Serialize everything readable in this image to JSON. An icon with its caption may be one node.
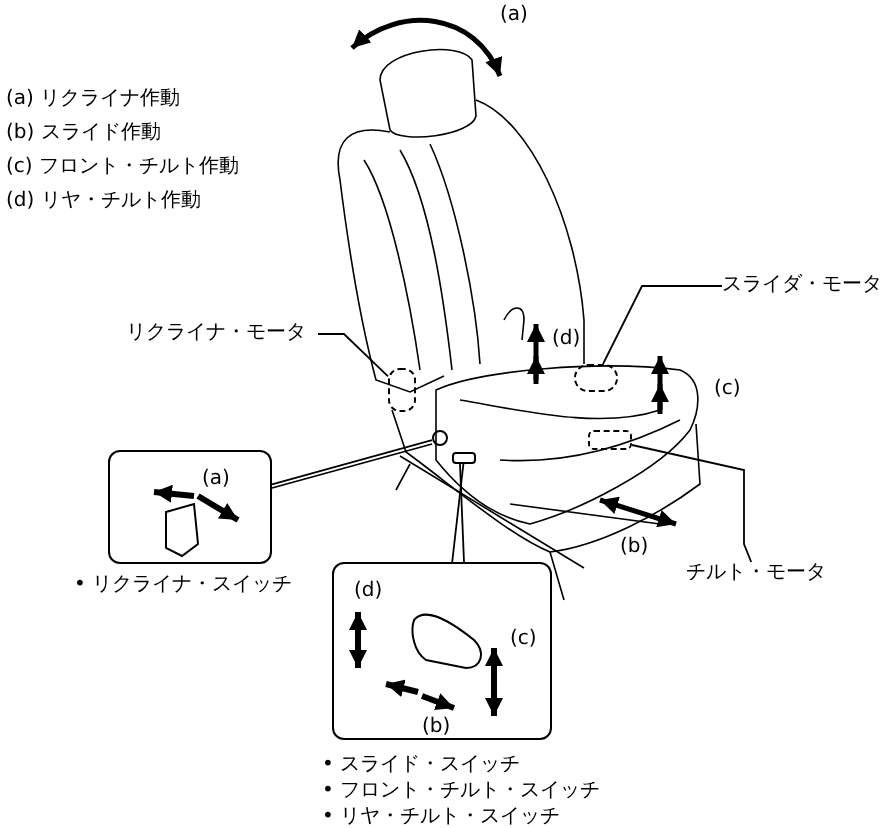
{
  "diagram": {
    "nodes": [
      {
        "text": [
          "リクライナ・モータ"
        ]
      },
      {
        "text": [],
        "shape": "box"
      },
      {
        "text": [
          "スライダ・モータ"
        ]
      },
      {
        "text": [],
        "shape": "box"
      },
      {
        "text": [],
        "shape": "box"
      },
      {
        "text": [
          "チルト・モータ"
        ]
      },
      {
        "text": [],
        "shape": "circle"
      },
      {
        "text": [],
        "shape": "box"
      },
      {
        "text": [
          "(a)"
        ],
        "beside": [
          "• リクライナ・スイッチ"
        ]
      },
      {
        "text": [
          "(d)",
          "(c)",
          "(b)"
        ],
        "beside": [
          "• スライド・スイッチ",
          "• フロント・チルト・スイッチ",
          "• リヤ・チルト・スイッチ"
        ]
      }
    ],
    "edges": [
      {
        "from": 0,
        "to": 1,
        "arrow": "none"
      },
      {
        "from": 2,
        "to": 3,
        "arrow": "none"
      },
      {
        "from": 5,
        "to": 4,
        "arrow": "none"
      },
      {
        "from": 8,
        "to": 6,
        "arrow": "none"
      },
      {
        "from": 9,
        "to": 7,
        "arrow": "none"
      }
    ],
    "labels": [
      "(a) リクライナ作動",
      "(b) スライド作動",
      "(c) フロント・チルト作動",
      "(d) リヤ・チルト作動",
      "(a)",
      "(d)",
      "(c)",
      "(b)"
    ]
  }
}
